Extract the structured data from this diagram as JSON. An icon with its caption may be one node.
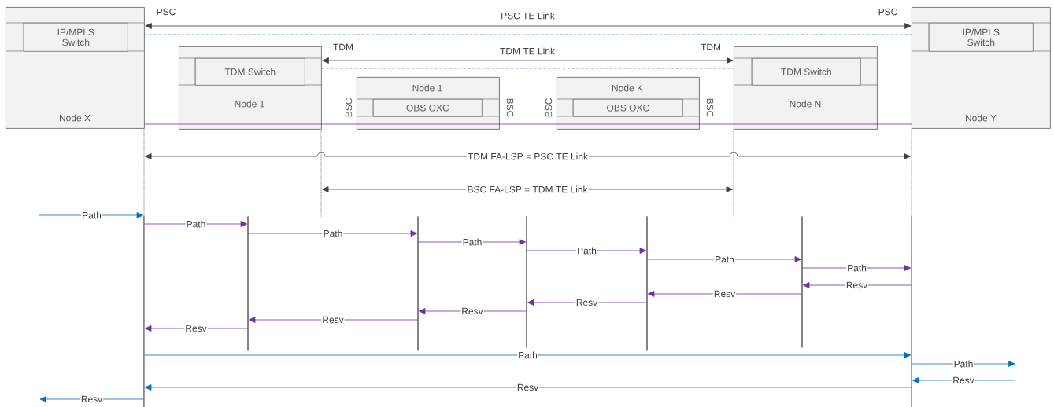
{
  "diagram": {
    "nodes": [
      {
        "text": [
          "Node X"
        ]
      },
      {
        "text": [
          "IP/MPLS Switch"
        ],
        "in": 0
      },
      {
        "text": [
          "Node 1"
        ]
      },
      {
        "text": [
          "TDM Switch"
        ],
        "in": 2
      },
      {
        "text": [
          "Node 1"
        ],
        "beside": [
          "BSC",
          "BSC"
        ]
      },
      {
        "text": [
          "OBS OXC"
        ],
        "in": 4
      },
      {
        "text": [
          "Node K"
        ],
        "beside": [
          "BSC",
          "BSC"
        ]
      },
      {
        "text": [
          "OBS OXC"
        ],
        "in": 6
      },
      {
        "text": [
          "Node N"
        ]
      },
      {
        "text": [
          "TDM Switch"
        ],
        "in": 8
      },
      {
        "text": [
          "Node Y"
        ]
      },
      {
        "text": [
          "IP/MPLS Switch"
        ],
        "in": 10
      },
      {
        "text": [],
        "shape": "line"
      },
      {
        "text": [],
        "shape": "line"
      },
      {
        "text": [],
        "shape": "line"
      },
      {
        "text": [],
        "shape": "line"
      },
      {
        "text": [],
        "shape": "line"
      },
      {
        "text": [],
        "shape": "line"
      },
      {
        "text": [],
        "shape": "line"
      },
      {
        "text": [],
        "shape": "line"
      },
      {
        "text": [],
        "shape": "line"
      },
      {
        "text": [],
        "shape": "line"
      },
      {
        "text": [],
        "shape": "line"
      }
    ],
    "edges": [
      {
        "from": 0,
        "to": 10,
        "arrow": "both",
        "label": "PSC TE Link",
        "color": "#404040"
      },
      {
        "from": 0,
        "to": 10,
        "arrow": "none",
        "style": "dashed",
        "color": "#4472c4"
      },
      {
        "from": 2,
        "to": 8,
        "arrow": "both",
        "label": "TDM TE Link",
        "color": "#404040"
      },
      {
        "from": 2,
        "to": 8,
        "arrow": "none",
        "style": "dashed",
        "color": "#4472c4"
      },
      {
        "from": 0,
        "to": 10,
        "arrow": "none",
        "color": "#7030a0"
      },
      {
        "from": 12,
        "to": 15,
        "arrow": "both",
        "label": "TDM FA-LSP = PSC TE Link",
        "color": "#404040"
      },
      {
        "from": 13,
        "to": 14,
        "arrow": "both",
        "label": "BSC FA-LSP = TDM TE Link",
        "color": "#404040"
      },
      {
        "from": null,
        "to": 16,
        "arrow": "to",
        "label": "Path",
        "color": "#0070c0"
      },
      {
        "from": 16,
        "to": 17,
        "arrow": "to",
        "label": "Path",
        "color": "#7030a0"
      },
      {
        "from": 17,
        "to": 18,
        "arrow": "to",
        "label": "Path",
        "color": "#7030a0"
      },
      {
        "from": 18,
        "to": 19,
        "arrow": "to",
        "label": "Path",
        "color": "#7030a0"
      },
      {
        "from": 19,
        "to": 20,
        "arrow": "to",
        "label": "Path",
        "color": "#7030a0"
      },
      {
        "from": 20,
        "to": 21,
        "arrow": "to",
        "label": "Path",
        "color": "#7030a0"
      },
      {
        "from": 21,
        "to": 22,
        "arrow": "to",
        "label": "Path",
        "color": "#7030a0"
      },
      {
        "from": 22,
        "to": 21,
        "arrow": "to",
        "label": "Resv",
        "color": "#7030a0"
      },
      {
        "from": 21,
        "to": 20,
        "arrow": "to",
        "label": "Resv",
        "color": "#7030a0"
      },
      {
        "from": 20,
        "to": 19,
        "arrow": "to",
        "label": "Resv",
        "color": "#7030a0"
      },
      {
        "from": 19,
        "to": 18,
        "arrow": "to",
        "label": "Resv",
        "color": "#7030a0"
      },
      {
        "from": 18,
        "to": 17,
        "arrow": "to",
        "label": "Resv",
        "color": "#7030a0"
      },
      {
        "from": 17,
        "to": 16,
        "arrow": "to",
        "label": "Resv",
        "color": "#7030a0"
      },
      {
        "from": 16,
        "to": 22,
        "arrow": "to",
        "label": "Path",
        "color": "#0070c0"
      },
      {
        "from": 22,
        "to": null,
        "arrow": "to",
        "label": "Path",
        "color": "#0070c0"
      },
      {
        "from": null,
        "to": 22,
        "arrow": "to",
        "label": "Resv",
        "color": "#0070c0"
      },
      {
        "from": 22,
        "to": 16,
        "arrow": "to",
        "label": "Resv",
        "color": "#0070c0"
      },
      {
        "from": 16,
        "to": null,
        "arrow": "to",
        "label": "Resv",
        "color": "#0070c0"
      }
    ],
    "labels": [
      "PSC",
      "PSC",
      "TDM",
      "TDM"
    ]
  }
}
